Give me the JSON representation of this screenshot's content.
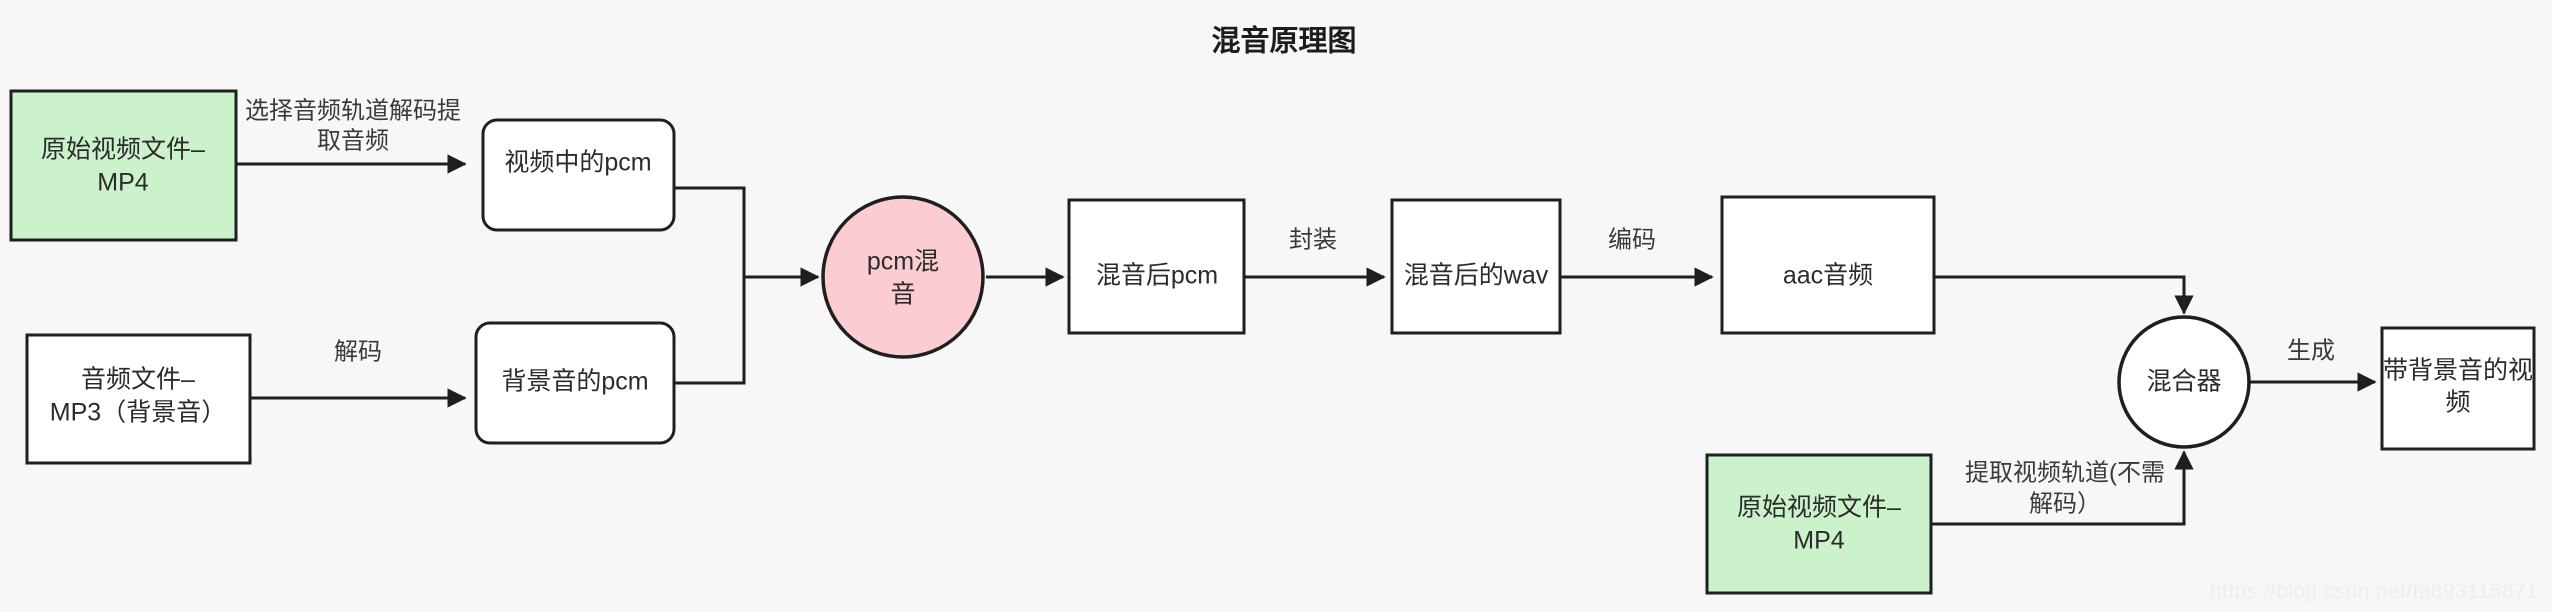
{
  "diagram": {
    "title": "混音原理图",
    "watermark": "https://blog.csdn.net/ta893115871",
    "background_color": "#f7f7f7",
    "stroke_color": "#1f1f1f",
    "colors": {
      "green_fill": "#ccf2cc",
      "pink_fill": "#fbcdd2",
      "white_fill": "#ffffff",
      "text": "#2b2b2b"
    },
    "nodes": [
      {
        "id": "src_video_top",
        "label_line1": "原始视频文件–",
        "label_line2": "MP4",
        "shape": "rect",
        "fill": "green"
      },
      {
        "id": "video_pcm",
        "label_line1": "视频中的pcm",
        "label_line2": "",
        "shape": "rounded",
        "fill": "white"
      },
      {
        "id": "audio_mp3",
        "label_line1": "音频文件–",
        "label_line2": "MP3（背景音）",
        "shape": "rect",
        "fill": "white"
      },
      {
        "id": "bg_pcm",
        "label_line1": "背景音的pcm",
        "label_line2": "",
        "shape": "rounded",
        "fill": "white"
      },
      {
        "id": "pcm_mix",
        "label_line1": "pcm混",
        "label_line2": "音",
        "shape": "circle",
        "fill": "pink"
      },
      {
        "id": "mixed_pcm",
        "label_line1": "混音后pcm",
        "label_line2": "",
        "shape": "rect",
        "fill": "white"
      },
      {
        "id": "mixed_wav",
        "label_line1": "混音后的wav",
        "label_line2": "",
        "shape": "rect",
        "fill": "white"
      },
      {
        "id": "aac_audio",
        "label_line1": "aac音频",
        "label_line2": "",
        "shape": "rect",
        "fill": "white"
      },
      {
        "id": "muxer",
        "label_line1": "混合器",
        "label_line2": "",
        "shape": "circle",
        "fill": "white"
      },
      {
        "id": "final_video",
        "label_line1": "带背景音的视",
        "label_line2": "频",
        "shape": "rect",
        "fill": "white"
      },
      {
        "id": "src_video_bottom",
        "label_line1": "原始视频文件–",
        "label_line2": "MP4",
        "shape": "rect",
        "fill": "green"
      }
    ],
    "edges": [
      {
        "id": "e1",
        "from": "src_video_top",
        "to": "video_pcm",
        "label_line1": "选择音频轨道解码提",
        "label_line2": "取音频"
      },
      {
        "id": "e2",
        "from": "audio_mp3",
        "to": "bg_pcm",
        "label_line1": "解码",
        "label_line2": ""
      },
      {
        "id": "e3",
        "from": "video_pcm",
        "to": "pcm_mix",
        "label_line1": "",
        "label_line2": ""
      },
      {
        "id": "e4",
        "from": "bg_pcm",
        "to": "pcm_mix",
        "label_line1": "",
        "label_line2": ""
      },
      {
        "id": "e5",
        "from": "pcm_mix",
        "to": "mixed_pcm",
        "label_line1": "",
        "label_line2": ""
      },
      {
        "id": "e6",
        "from": "mixed_pcm",
        "to": "mixed_wav",
        "label_line1": "封装",
        "label_line2": ""
      },
      {
        "id": "e7",
        "from": "mixed_wav",
        "to": "aac_audio",
        "label_line1": "编码",
        "label_line2": ""
      },
      {
        "id": "e8",
        "from": "aac_audio",
        "to": "muxer",
        "label_line1": "",
        "label_line2": ""
      },
      {
        "id": "e9",
        "from": "muxer",
        "to": "final_video",
        "label_line1": "生成",
        "label_line2": ""
      },
      {
        "id": "e10",
        "from": "src_video_bottom",
        "to": "muxer",
        "label_line1": "提取视频轨道(不需",
        "label_line2": "解码）"
      }
    ]
  }
}
